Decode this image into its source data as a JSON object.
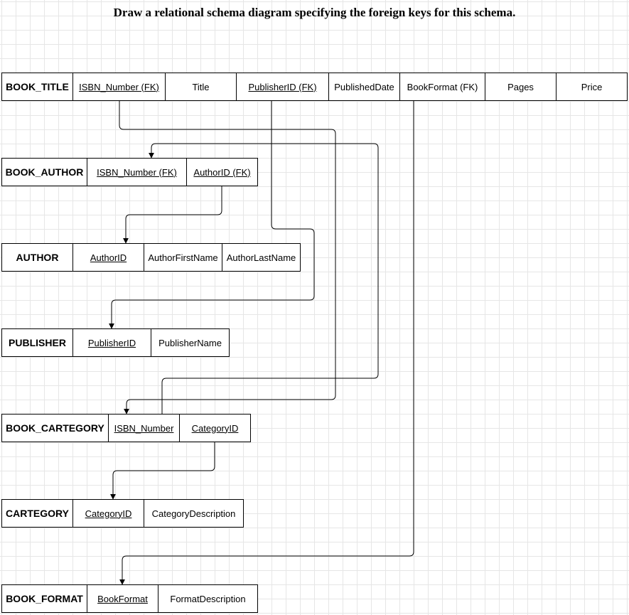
{
  "title": "Draw a relational schema diagram specifying the foreign keys for this schema.",
  "colors": {
    "line": "#000000",
    "grid": "#e6e6e6",
    "cell_bg": "#ffffff"
  },
  "tables": {
    "book_title": {
      "name": "BOOK_TITLE",
      "fields": [
        "ISBN_Number (FK)",
        "Title",
        "PublisherID (FK)",
        "PublishedDate",
        "BookFormat (FK)",
        "Pages",
        "Price"
      ],
      "key_fields": [
        "ISBN_Number (FK)",
        "PublisherID (FK)"
      ]
    },
    "book_author": {
      "name": "BOOK_AUTHOR",
      "fields": [
        "ISBN_Number (FK)",
        "AuthorID (FK)"
      ],
      "key_fields": [
        "ISBN_Number (FK)",
        "AuthorID (FK)"
      ]
    },
    "author": {
      "name": "AUTHOR",
      "fields": [
        "AuthorID",
        "AuthorFirstName",
        "AuthorLastName"
      ],
      "key_fields": [
        "AuthorID"
      ]
    },
    "publisher": {
      "name": "PUBLISHER",
      "fields": [
        "PublisherID",
        "PublisherName"
      ],
      "key_fields": [
        "PublisherID"
      ]
    },
    "book_category": {
      "name": "BOOK_CARTEGORY",
      "fields": [
        "ISBN_Number",
        "CategoryID"
      ],
      "key_fields": [
        "ISBN_Number",
        "CategoryID"
      ]
    },
    "category": {
      "name": "CARTEGORY",
      "fields": [
        "CategoryID",
        "CategoryDescription"
      ],
      "key_fields": [
        "CategoryID"
      ]
    },
    "book_format": {
      "name": "BOOK_FORMAT",
      "fields": [
        "BookFormat",
        "FormatDescription"
      ],
      "key_fields": [
        "BookFormat"
      ]
    }
  },
  "relationships": [
    {
      "from": "BOOK_TITLE.ISBN_Number (FK)",
      "to": "BOOK_CARTEGORY.ISBN_Number"
    },
    {
      "from": "BOOK_CARTEGORY.ISBN_Number",
      "to": "BOOK_AUTHOR.ISBN_Number (FK)"
    },
    {
      "from": "BOOK_AUTHOR.AuthorID (FK)",
      "to": "AUTHOR.AuthorID"
    },
    {
      "from": "BOOK_TITLE.PublisherID (FK)",
      "to": "PUBLISHER.PublisherID"
    },
    {
      "from": "BOOK_CARTEGORY.CategoryID",
      "to": "CARTEGORY.CategoryID"
    },
    {
      "from": "BOOK_TITLE.BookFormat (FK)",
      "to": "BOOK_FORMAT.BookFormat"
    }
  ]
}
